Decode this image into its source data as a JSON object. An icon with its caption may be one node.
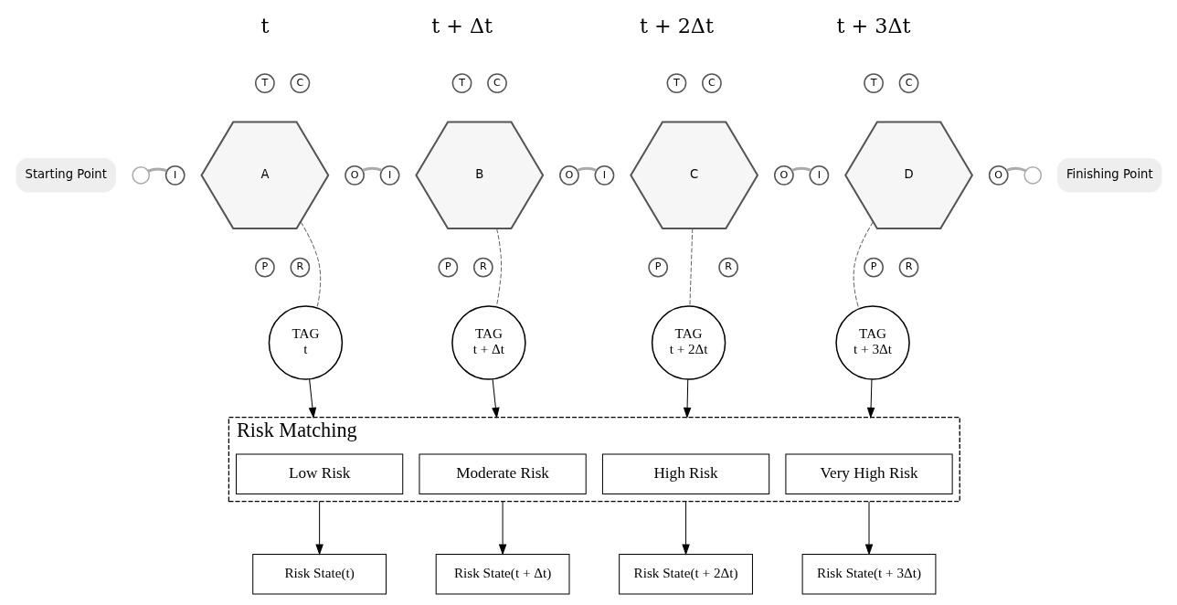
{
  "diagram": {
    "nodes": [
      {
        "text": [
          "Starting Point"
        ]
      },
      {
        "text": [],
        "shape": "circle"
      },
      {
        "text": [
          "A"
        ]
      },
      {
        "text": [
          "T"
        ]
      },
      {
        "text": [
          "C"
        ]
      },
      {
        "text": [
          "I"
        ]
      },
      {
        "text": [
          "O"
        ]
      },
      {
        "text": [
          "P"
        ]
      },
      {
        "text": [
          "R"
        ]
      },
      {
        "text": [
          "B"
        ]
      },
      {
        "text": [
          "T"
        ]
      },
      {
        "text": [
          "C"
        ]
      },
      {
        "text": [
          "I"
        ]
      },
      {
        "text": [
          "O"
        ]
      },
      {
        "text": [
          "P"
        ]
      },
      {
        "text": [
          "R"
        ]
      },
      {
        "text": [
          "C"
        ]
      },
      {
        "text": [
          "T"
        ]
      },
      {
        "text": [
          "C"
        ]
      },
      {
        "text": [
          "I"
        ]
      },
      {
        "text": [
          "O"
        ]
      },
      {
        "text": [
          "P"
        ]
      },
      {
        "text": [
          "R"
        ]
      },
      {
        "text": [
          "D"
        ]
      },
      {
        "text": [
          "T"
        ]
      },
      {
        "text": [
          "C"
        ]
      },
      {
        "text": [
          "I"
        ]
      },
      {
        "text": [
          "O"
        ]
      },
      {
        "text": [
          "P"
        ]
      },
      {
        "text": [
          "R"
        ]
      },
      {
        "text": [],
        "shape": "circle"
      },
      {
        "text": [
          "Finishing Point"
        ]
      },
      {
        "text": [
          "TAG",
          "t"
        ]
      },
      {
        "text": [
          "TAG",
          "t + Δt"
        ]
      },
      {
        "text": [
          "TAG",
          "t + 2Δt"
        ]
      },
      {
        "text": [
          "TAG",
          "t + 3Δt"
        ]
      },
      {
        "text": [
          "Risk Matching"
        ]
      },
      {
        "text": [
          "Low Risk"
        ],
        "in": 36
      },
      {
        "text": [
          "Moderate Risk"
        ],
        "in": 36
      },
      {
        "text": [
          "High Risk"
        ],
        "in": 36
      },
      {
        "text": [
          "Very High Risk"
        ],
        "in": 36
      },
      {
        "text": [
          "Risk State(t)"
        ]
      },
      {
        "text": [
          "Risk State(t + Δt)"
        ]
      },
      {
        "text": [
          "Risk State(t + 2Δt)"
        ]
      },
      {
        "text": [
          "Risk State(t + 3Δt)"
        ]
      }
    ],
    "edges": [
      {
        "from": 1,
        "to": 5,
        "arrow": "none",
        "style": "thick",
        "color": "#aaaaaa"
      },
      {
        "from": 6,
        "to": 12,
        "arrow": "none",
        "style": "thick",
        "color": "#aaaaaa"
      },
      {
        "from": 13,
        "to": 19,
        "arrow": "none",
        "style": "thick",
        "color": "#aaaaaa"
      },
      {
        "from": 20,
        "to": 26,
        "arrow": "none",
        "style": "thick",
        "color": "#aaaaaa"
      },
      {
        "from": 27,
        "to": 30,
        "arrow": "none",
        "style": "thick",
        "color": "#aaaaaa"
      },
      {
        "from": 2,
        "to": 32,
        "arrow": "none",
        "style": "dashed",
        "color": "#666666"
      },
      {
        "from": 9,
        "to": 33,
        "arrow": "none",
        "style": "dashed",
        "color": "#666666"
      },
      {
        "from": 16,
        "to": 34,
        "arrow": "none",
        "style": "dashed",
        "color": "#666666"
      },
      {
        "from": 23,
        "to": 35,
        "arrow": "none",
        "style": "dashed",
        "color": "#666666"
      },
      {
        "from": 32,
        "to": 36,
        "arrow": "to",
        "color": "#000000"
      },
      {
        "from": 33,
        "to": 36,
        "arrow": "to",
        "color": "#000000"
      },
      {
        "from": 34,
        "to": 36,
        "arrow": "to",
        "color": "#000000"
      },
      {
        "from": 35,
        "to": 36,
        "arrow": "to",
        "color": "#000000"
      },
      {
        "from": 36,
        "to": 41,
        "arrow": "to",
        "color": "#000000"
      },
      {
        "from": 36,
        "to": 42,
        "arrow": "to",
        "color": "#000000"
      },
      {
        "from": 36,
        "to": 43,
        "arrow": "to",
        "color": "#000000"
      },
      {
        "from": 36,
        "to": 44,
        "arrow": "to",
        "color": "#000000"
      }
    ],
    "labels": [
      "t",
      "t + Δt",
      "t + 2Δt",
      "t + 3Δt"
    ]
  }
}
